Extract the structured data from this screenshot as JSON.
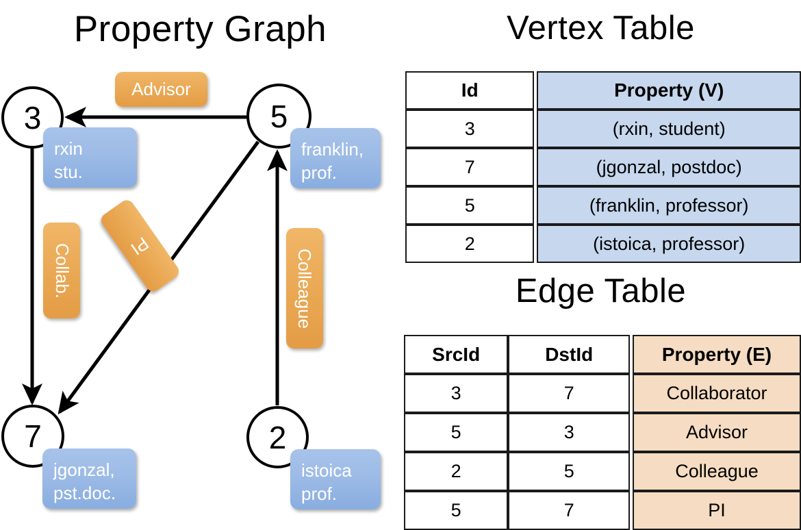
{
  "titles": {
    "property_graph": "Property Graph",
    "vertex_table": "Vertex Table",
    "edge_table": "Edge Table"
  },
  "graph": {
    "nodes": [
      {
        "id": "3",
        "label": "3",
        "property_lines": [
          "rxin",
          "stu."
        ]
      },
      {
        "id": "5",
        "label": "5",
        "property_lines": [
          "franklin,",
          "prof."
        ]
      },
      {
        "id": "7",
        "label": "7",
        "property_lines": [
          "jgonzal,",
          "pst.doc."
        ]
      },
      {
        "id": "2",
        "label": "2",
        "property_lines": [
          "istoica",
          "prof."
        ]
      }
    ],
    "edge_labels": [
      {
        "name": "advisor",
        "text": "Advisor",
        "orientation": "horizontal"
      },
      {
        "name": "collab",
        "text": "Collab.",
        "orientation": "vertical"
      },
      {
        "name": "pi",
        "text": "PI",
        "orientation": "diagonal"
      },
      {
        "name": "colleague",
        "text": "Colleague",
        "orientation": "vertical"
      }
    ],
    "edges": [
      {
        "src": "5",
        "dst": "3",
        "label": "Advisor"
      },
      {
        "src": "3",
        "dst": "7",
        "label": "Collab."
      },
      {
        "src": "5",
        "dst": "7",
        "label": "PI"
      },
      {
        "src": "2",
        "dst": "5",
        "label": "Colleague"
      }
    ]
  },
  "vertex_table": {
    "headers": [
      "Id",
      "Property (V)"
    ],
    "rows": [
      {
        "id": "3",
        "property": "(rxin, student)"
      },
      {
        "id": "7",
        "property": "(jgonzal, postdoc)"
      },
      {
        "id": "5",
        "property": "(franklin, professor)"
      },
      {
        "id": "2",
        "property": "(istoica, professor)"
      }
    ]
  },
  "edge_table": {
    "headers": [
      "SrcId",
      "DstId",
      "Property (E)"
    ],
    "rows": [
      {
        "src": "3",
        "dst": "7",
        "property": "Collaborator"
      },
      {
        "src": "5",
        "dst": "3",
        "property": "Advisor"
      },
      {
        "src": "2",
        "dst": "5",
        "property": "Colleague"
      },
      {
        "src": "5",
        "dst": "7",
        "property": "PI"
      }
    ]
  },
  "colors": {
    "vertex_property_fill": "#c6d7ee",
    "edge_property_fill": "#f5dcc2",
    "node_box_blue": "#9dbbe6",
    "edge_badge_orange": "#eaa955",
    "background": "#ffffff",
    "stroke": "#000000"
  }
}
